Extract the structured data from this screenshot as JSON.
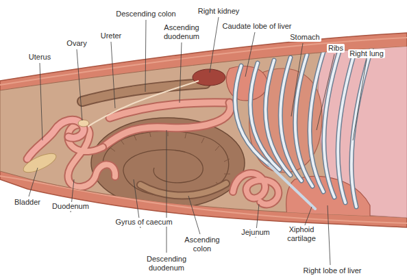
{
  "diagram": {
    "labels": [
      "Uterus",
      "Ovary",
      "Ureter",
      "Descending colon",
      "Right kidney",
      "Ascending duodenum",
      "Caudate lobe of liver",
      "Stomach",
      "Ribs",
      "Right lung",
      "Bladder",
      "Duodenum",
      "Gyrus of caecum",
      "Descending duodenum",
      "Ascending colon",
      "Jejunum",
      "Xiphoid cartilage",
      "Right lobe of liver"
    ]
  }
}
